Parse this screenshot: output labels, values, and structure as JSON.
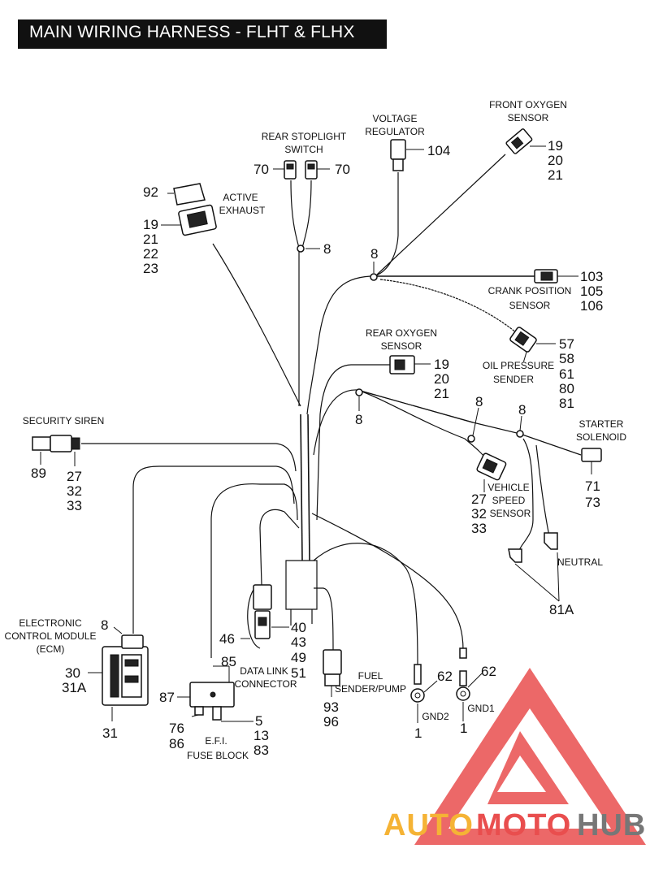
{
  "title": "MAIN WIRING HARNESS - FLHT & FLHX",
  "labels": {
    "voltage_regulator": [
      "VOLTAGE",
      "REGULATOR"
    ],
    "front_oxygen_sensor": [
      "FRONT OXYGEN",
      "SENSOR"
    ],
    "rear_stoplight_switch": [
      "REAR STOPLIGHT",
      "SWITCH"
    ],
    "active_exhaust": [
      "ACTIVE",
      "EXHAUST"
    ],
    "crank_position_sensor": [
      "CRANK POSITION",
      "SENSOR"
    ],
    "rear_oxygen_sensor": [
      "REAR OXYGEN",
      "SENSOR"
    ],
    "oil_pressure_sender": [
      "OIL PRESSURE",
      "SENDER"
    ],
    "security_siren": [
      "SECURITY SIREN"
    ],
    "starter_solenoid": [
      "STARTER",
      "SOLENOID"
    ],
    "vehicle_speed_sensor": [
      "VEHICLE",
      "SPEED",
      "SENSOR"
    ],
    "neutral": [
      "NEUTRAL"
    ],
    "ecm": [
      "ELECTRONIC",
      "CONTROL MODULE",
      "(ECM)"
    ],
    "data_link_connector": [
      "DATA LINK",
      "CONNECTOR"
    ],
    "fuel_sender_pump": [
      "FUEL",
      "SENDER/PUMP"
    ],
    "efi_fuse_block": [
      "E.F.I.",
      "FUSE BLOCK"
    ],
    "gnd1": [
      "GND1"
    ],
    "gnd2": [
      "GND2"
    ]
  },
  "callouts": {
    "voltage_regulator": [
      "104"
    ],
    "front_oxygen_sensor": [
      "19",
      "20",
      "21"
    ],
    "stoplight_left": [
      "70"
    ],
    "stoplight_right": [
      "70"
    ],
    "active_exhaust_cap": [
      "92"
    ],
    "active_exhaust": [
      "19",
      "21",
      "22",
      "23"
    ],
    "clip_stoplight": [
      "8"
    ],
    "clip_top": [
      "8"
    ],
    "crank_position_sensor": [
      "103",
      "105",
      "106"
    ],
    "oil_pressure_sender": [
      "57",
      "58",
      "61",
      "80",
      "81"
    ],
    "rear_oxygen_sensor": [
      "19",
      "20",
      "21"
    ],
    "clip_middle": [
      "8"
    ],
    "clip_right_a": [
      "8"
    ],
    "clip_right_b": [
      "8"
    ],
    "starter_solenoid": [
      "71",
      "73"
    ],
    "security_siren": [
      "89",
      "27",
      "32",
      "33"
    ],
    "vehicle_speed_sensor": [
      "27",
      "32",
      "33"
    ],
    "neutral": [
      "81A"
    ],
    "clip_ecm": [
      "8"
    ],
    "ecm": [
      "30",
      "31A",
      "31"
    ],
    "data_link_left": [
      "46"
    ],
    "data_link_right": [
      "40",
      "43",
      "49",
      "51"
    ],
    "fuse_block_top": [
      "85"
    ],
    "fuse_block_left": [
      "87"
    ],
    "fuse_block_bottom": [
      "76",
      "86"
    ],
    "fuse_block_right": [
      "5",
      "13",
      "83"
    ],
    "fuel_sender_pump": [
      "93",
      "96"
    ],
    "gnd2": [
      "62",
      "1"
    ],
    "gnd1": [
      "62",
      "1"
    ]
  },
  "watermark": {
    "part1": "AUTO",
    "part2": "MOTO",
    "part3": "HUB",
    "colors": {
      "red": "#e94e4e",
      "yellow": "#f5b335",
      "gray": "#777777"
    }
  }
}
